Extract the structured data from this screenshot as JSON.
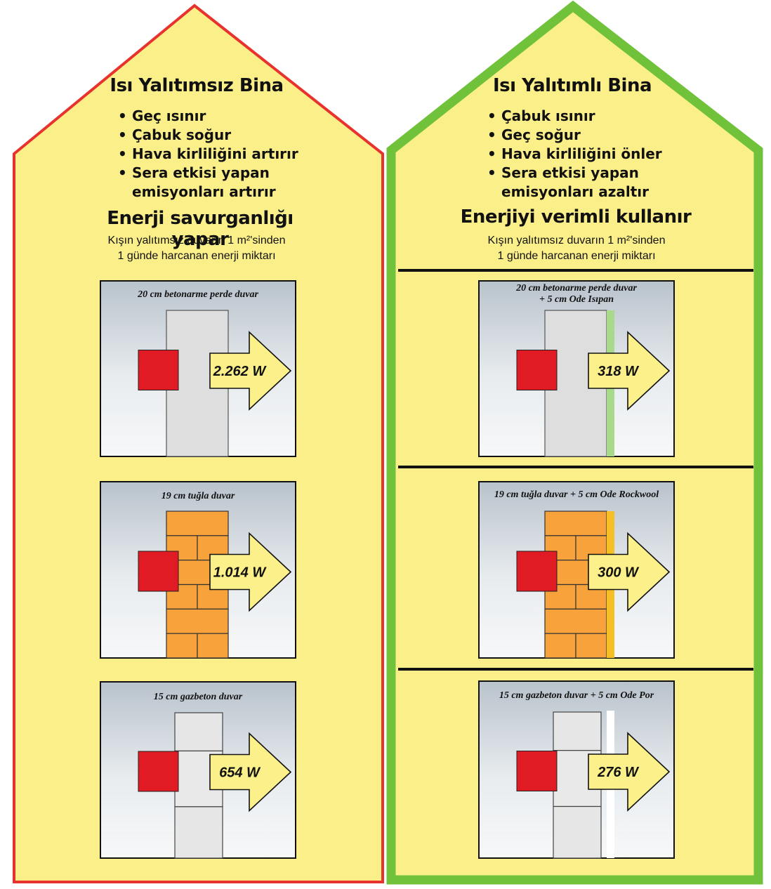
{
  "colors": {
    "background": "#fbef8a",
    "left_border": "#e8322e",
    "right_border": "#6fc23a",
    "heat_source": "#e01b24",
    "arrow_fill": "#fbf08a",
    "brick": "#f7a23a",
    "wall_gray": "#dedede",
    "insulation_green": "#a9d98a",
    "insulation_yellow": "#f5c026"
  },
  "left": {
    "title": "Isı Yalıtımsız Bina",
    "bullets": [
      "Geç ısınır",
      "Çabuk soğur",
      "Hava kirliliğini artırır",
      "Sera etkisi yapan emisyonları artırır"
    ],
    "subtitle": "Enerji savurganlığı yapar",
    "note_line1": "Kışın yalıtımsız duvarın 1 m²'sinden",
    "note_line2": "1 günde harcanan enerji miktarı",
    "panels": [
      {
        "label": "20 cm betonarme perde duvar",
        "value": "2.262 W",
        "wall": "concrete"
      },
      {
        "label": "19 cm tuğla duvar",
        "value": "1.014 W",
        "wall": "brick"
      },
      {
        "label": "15 cm gazbeton duvar",
        "value": "654 W",
        "wall": "aac"
      }
    ]
  },
  "right": {
    "title": "Isı Yalıtımlı Bina",
    "bullets": [
      "Çabuk ısınır",
      "Geç soğur",
      "Hava kirliliğini önler",
      "Sera etkisi yapan emisyonları azaltır"
    ],
    "subtitle": "Enerjiyi verimli kullanır",
    "note_line1": "Kışın yalıtımsız duvarın 1 m²'sinden",
    "note_line2": "1 günde harcanan enerji miktarı",
    "panels": [
      {
        "label_line1": "20 cm betonarme perde duvar",
        "label_line2": "+ 5 cm Ode Isıpan",
        "value": "318 W",
        "wall": "concrete"
      },
      {
        "label_line1": "19 cm tuğla duvar + 5 cm Ode Rockwool",
        "label_line2": "",
        "value": "300 W",
        "wall": "brick"
      },
      {
        "label_line1": "15 cm gazbeton duvar + 5 cm Ode Por",
        "label_line2": "",
        "value": "276 W",
        "wall": "aac"
      }
    ]
  }
}
